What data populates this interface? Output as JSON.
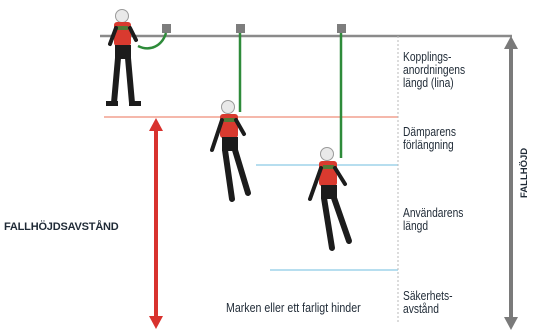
{
  "labels": {
    "connection_length": "Kopplings-\nanordningens\nlängd (lina)",
    "absorber_elongation": "Dämparens\nförlängning",
    "user_length": "Användarens\nlängd",
    "safety_distance": "Säkerhets-\navstånd",
    "fall_clearance": "FALLHÖJDSAVSTÅND",
    "fall_height": "FALLHÖJD",
    "ground": "Marken eller ett farligt hinder"
  },
  "colors": {
    "anchor_line": "#8a8a8a",
    "lanyard": "#2e8b3a",
    "freefall_line": "#f2a08f",
    "level_line": "#9fd4ea",
    "clearance_arrow": "#d8322e",
    "height_arrow": "#7a7a7a",
    "shirt": "#d93a2f",
    "body": "#1c1c1c"
  }
}
